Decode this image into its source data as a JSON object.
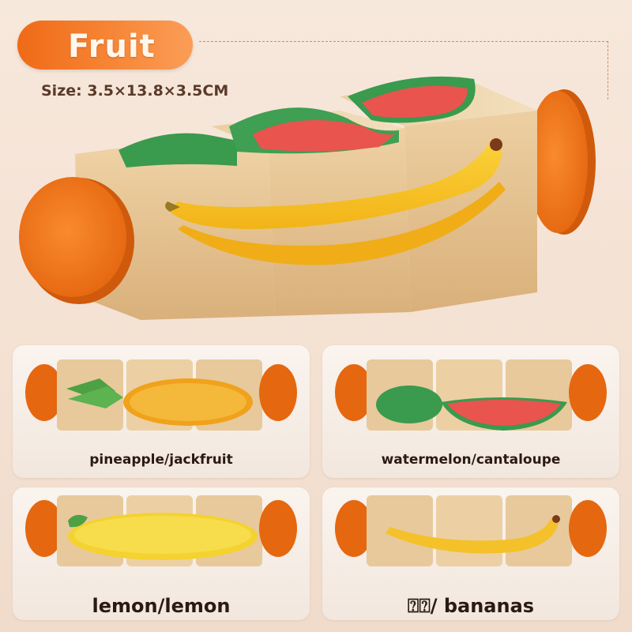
{
  "header": {
    "title": "Fruit",
    "size": "Size: 3.5×13.8×3.5CM"
  },
  "variants": [
    {
      "label": "pineapple/jackfruit"
    },
    {
      "label": "watermelon/cantaloupe"
    },
    {
      "label": "lemon/lemon"
    },
    {
      "label": "⍰⍰/ bananas"
    }
  ],
  "colors": {
    "accent": "#f07422",
    "wood": "#e8c99b",
    "background": "#f4e4d6"
  }
}
